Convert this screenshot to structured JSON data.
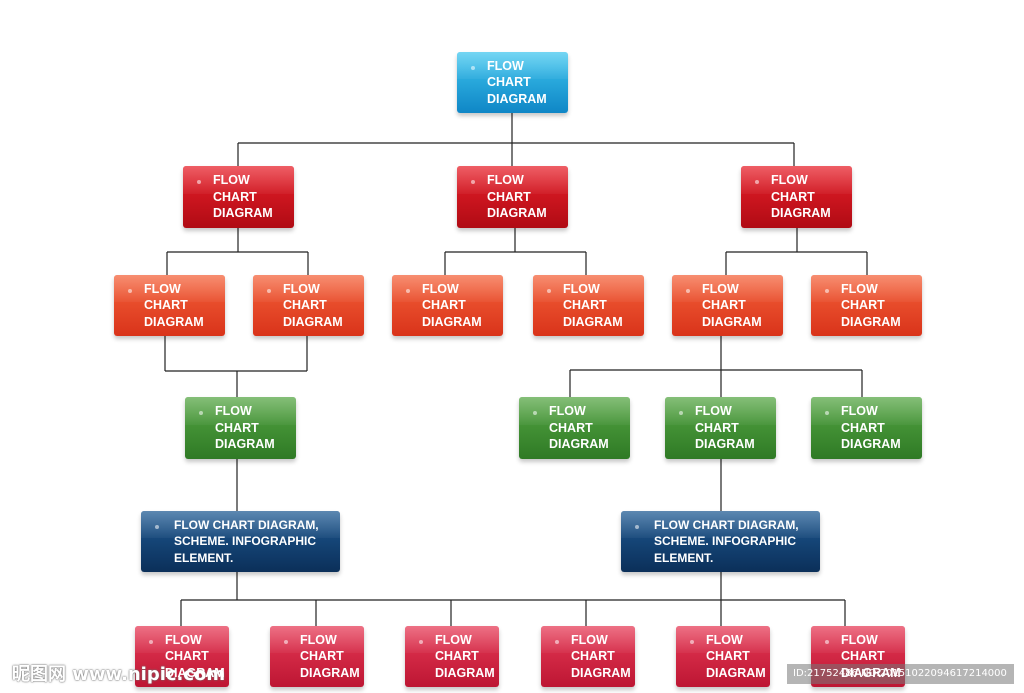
{
  "diagram": {
    "root": {
      "lines": [
        "FLOW",
        "CHART",
        "DIAGRAM"
      ],
      "color": "#1aa0dd"
    },
    "level1": [
      {
        "lines": [
          "FLOW",
          "CHART",
          "DIAGRAM"
        ]
      },
      {
        "lines": [
          "FLOW",
          "CHART",
          "DIAGRAM"
        ]
      },
      {
        "lines": [
          "FLOW",
          "CHART",
          "DIAGRAM"
        ]
      }
    ],
    "level2": [
      {
        "lines": [
          "FLOW",
          "CHART",
          "DIAGRAM"
        ]
      },
      {
        "lines": [
          "FLOW",
          "CHART",
          "DIAGRAM"
        ]
      },
      {
        "lines": [
          "FLOW",
          "CHART",
          "DIAGRAM"
        ]
      },
      {
        "lines": [
          "FLOW",
          "CHART",
          "DIAGRAM"
        ]
      },
      {
        "lines": [
          "FLOW",
          "CHART",
          "DIAGRAM"
        ]
      },
      {
        "lines": [
          "FLOW",
          "CHART",
          "DIAGRAM"
        ]
      }
    ],
    "level3": [
      {
        "lines": [
          "FLOW",
          "CHART",
          "DIAGRAM"
        ]
      },
      {
        "lines": [
          "FLOW",
          "CHART",
          "DIAGRAM"
        ]
      },
      {
        "lines": [
          "FLOW",
          "CHART",
          "DIAGRAM"
        ]
      },
      {
        "lines": [
          "FLOW",
          "CHART",
          "DIAGRAM"
        ]
      }
    ],
    "level4": [
      {
        "lines": [
          "FLOW CHART DIAGRAM,",
          "SCHEME. INFOGRAPHIC",
          "ELEMENT."
        ]
      },
      {
        "lines": [
          "FLOW CHART DIAGRAM,",
          "SCHEME. INFOGRAPHIC",
          "ELEMENT."
        ]
      }
    ],
    "level5": [
      {
        "lines": [
          "FLOW",
          "CHART",
          "DIAGRAM"
        ]
      },
      {
        "lines": [
          "FLOW",
          "CHART",
          "DIAGRAM"
        ]
      },
      {
        "lines": [
          "FLOW",
          "CHART",
          "DIAGRAM"
        ]
      },
      {
        "lines": [
          "FLOW",
          "CHART",
          "DIAGRAM"
        ]
      },
      {
        "lines": [
          "FLOW",
          "CHART",
          "DIAGRAM"
        ]
      },
      {
        "lines": [
          "FLOW",
          "CHART",
          "DIAGRAM"
        ]
      }
    ],
    "colors": {
      "root": "#1aa0dd",
      "level1": "#cc1520",
      "level2": "#e84a2a",
      "level3": "#3f8f33",
      "level4": "#14426f",
      "level5": "#d42745",
      "connector": "#222222"
    }
  },
  "watermark": {
    "left": "昵图网 www.nipic.com",
    "right": "ID:21752486 NO:20151022094617214000"
  }
}
